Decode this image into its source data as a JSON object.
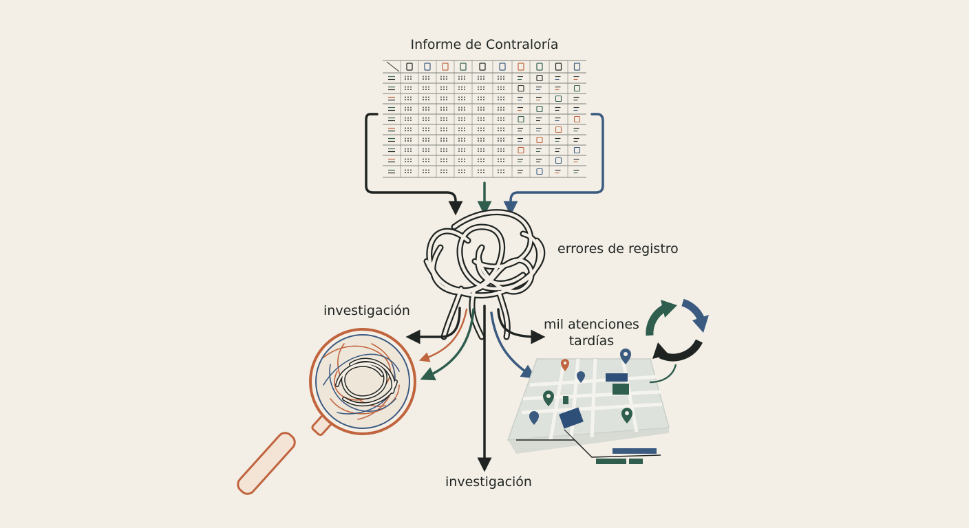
{
  "title": "Informe de Contraloría",
  "labels": {
    "errores": "errores de registro",
    "investigacion_left": "investigación",
    "mil_line1": "mil atenciones",
    "mil_line2": "tardías",
    "investigacion_bottom": "investigación"
  },
  "icons": {
    "table": "report-table-icon",
    "knot": "tangled-knot-icon",
    "magnifier": "magnifying-glass-icon",
    "map": "map-with-pins-icon",
    "cycle": "circular-arrows-icon"
  },
  "colors": {
    "background": "#f3efe6",
    "ink": "#1f2422",
    "green": "#2f5d4e",
    "blue": "#3a5a80",
    "orange": "#c0643e"
  }
}
